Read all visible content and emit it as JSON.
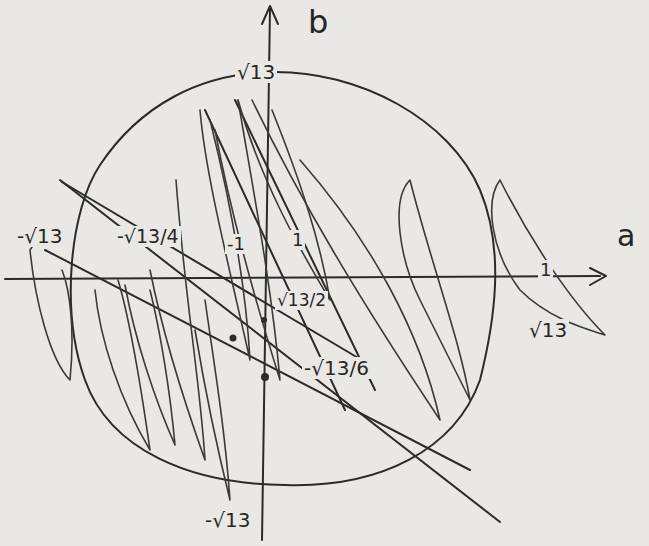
{
  "diagram": {
    "labels": [
      "b",
      "a",
      "√13",
      "-√13",
      "-√13/4",
      "-1",
      "1",
      "√13/2",
      "-√13/6",
      "1",
      "√13",
      "-√13"
    ]
  }
}
